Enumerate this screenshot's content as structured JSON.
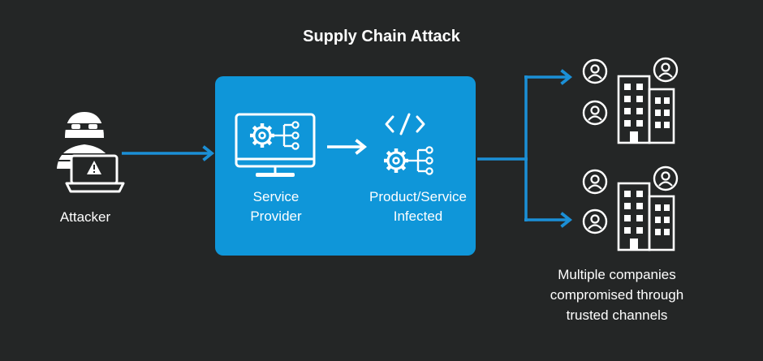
{
  "diagram": {
    "title": "Supply Chain Attack",
    "attacker_label": "Attacker",
    "service_provider_label": [
      "Service",
      "Provider"
    ],
    "product_label": [
      "Product/Service",
      "Infected"
    ],
    "companies_label": [
      "Multiple companies",
      "compromised through",
      "trusted channels"
    ]
  },
  "icons": {
    "attacker": "hacker-laptop-icon",
    "monitor": "monitor-gear-network-icon",
    "code": "code-brackets-icon",
    "gear": "gear-network-icon",
    "company": "office-building-users-icon"
  },
  "colors": {
    "background": "#242626",
    "panel": "#0f96d9",
    "arrow": "#1b8fd6",
    "text": "#ffffff"
  }
}
